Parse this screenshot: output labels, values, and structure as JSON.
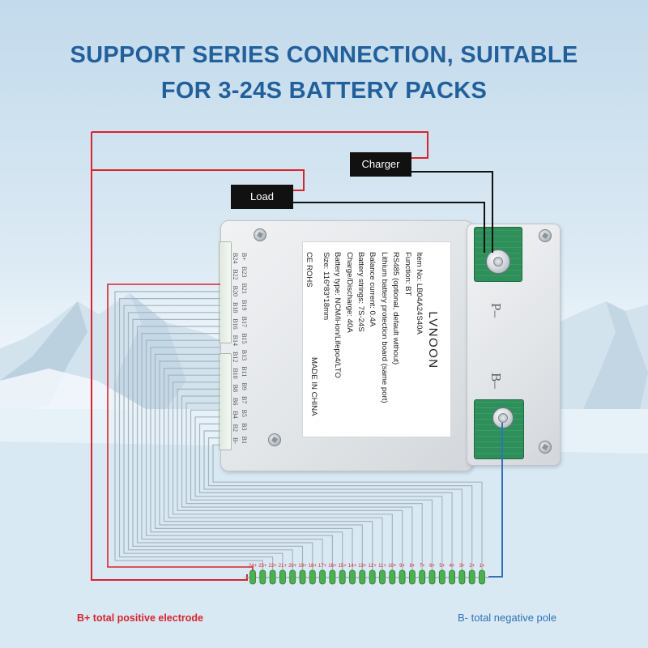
{
  "title": {
    "line1": "SUPPORT SERIES CONNECTION, SUITABLE",
    "line2": "FOR 3-24S BATTERY PACKS"
  },
  "devices": {
    "charger": "Charger",
    "load": "Load"
  },
  "board": {
    "sticker": {
      "brand": "LVNOON",
      "specs": [
        "Item No: LB04A24S40A",
        "Function: BT",
        "RS485 (optional, default without)",
        "Lithium battery protection board (same port)",
        "Balance current: 0.4A",
        "Battery strings: 7S-24S",
        "Charge/Discharge: 40A",
        "Battery type: NCM/li-ion/Lifepo4/LTO",
        "Size: 116*83*18mm"
      ],
      "certification": "CE ROHS",
      "origin": "MADE IN CHINA"
    },
    "balance_pins_row1": "B+ B23 B21 B19 B17 B15 B13 B11 B9 B7 B5 B3 B1",
    "balance_pins_row2": "B24 B22 B20 B18 B16 B14 B12 B10 B8 B6 B4 B2 B-",
    "terminal_p_label": "P–",
    "terminal_b_label": "B–"
  },
  "cell_taps": [
    "24+",
    "23+",
    "22+",
    "21+",
    "20+",
    "19+",
    "18+",
    "17+",
    "16+",
    "15+",
    "14+",
    "13+",
    "12+",
    "11+",
    "10+",
    "9+",
    "8+",
    "7+",
    "6+",
    "5+",
    "4+",
    "3+",
    "2+",
    "1+"
  ],
  "legend": {
    "positive": "B+ total positive electrode",
    "negative": "B- total negative pole"
  },
  "colors": {
    "title": "#22609c",
    "positive_wire": "#d9232d",
    "negative_wire": "#2f72b8",
    "device_box": "#111111",
    "power_negative_wire": "#111111",
    "balance_wire": "#a7b3be",
    "terminal_pcb": "#2f8f5b",
    "cell_tap_pin": "#4caf50"
  }
}
